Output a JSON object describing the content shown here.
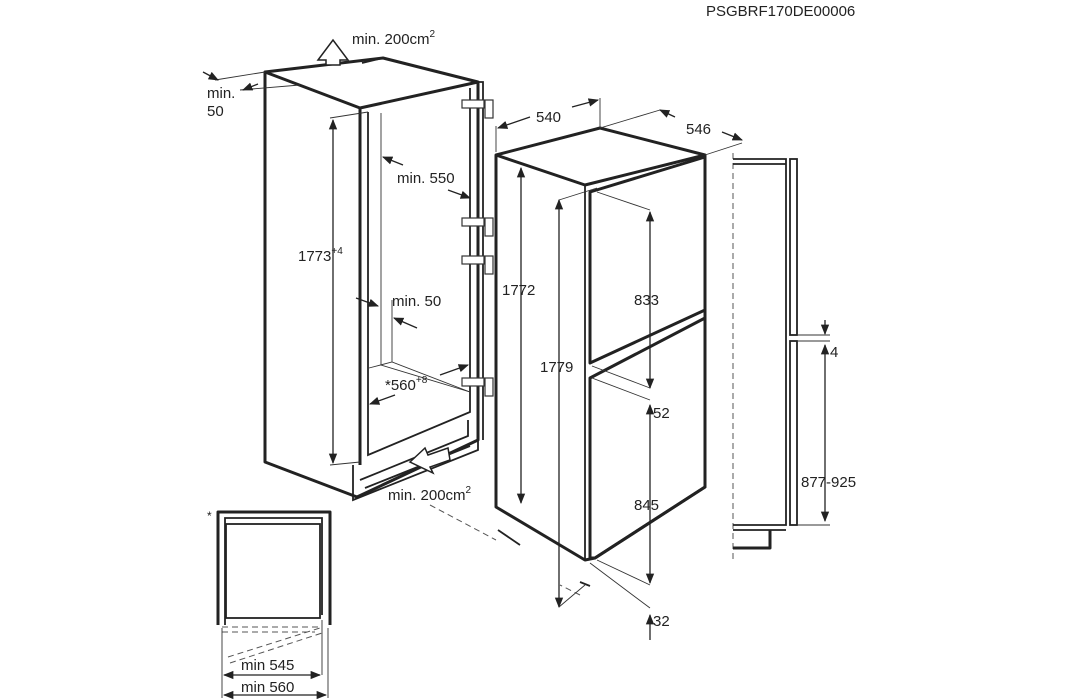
{
  "document_code": "PSGBRF170DE00006",
  "cabinet": {
    "vent_top": "min. 200cm",
    "vent_top_sup": "2",
    "rear_gap_line1": "min.",
    "rear_gap_line2": "50",
    "height": "1773",
    "height_sup": "+4",
    "depth": "min. 550",
    "side_gap": "min. 50",
    "width": "*560",
    "width_sup": "+8",
    "vent_bottom": "min. 200cm",
    "vent_bottom_sup": "2"
  },
  "appliance": {
    "width": "540",
    "depth": "546",
    "height_body": "1772",
    "height_total": "1779",
    "upper_door": "833",
    "door_gap": "52",
    "lower_door": "845",
    "bottom_offset": "32"
  },
  "side_view": {
    "gap": "4",
    "lower_door_range": "877-925"
  },
  "inset": {
    "asterisk": "*",
    "min_inner": "min 545",
    "min_outer": "min 560"
  }
}
